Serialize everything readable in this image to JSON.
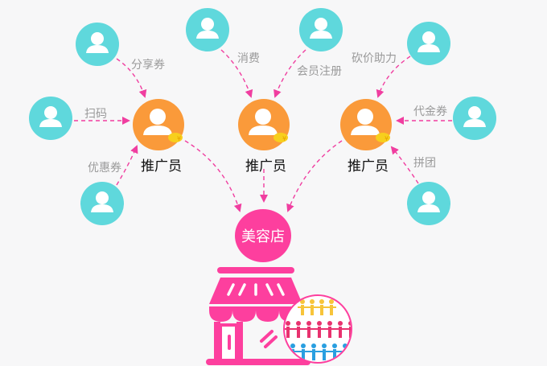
{
  "diagram": {
    "colors": {
      "user_node": "#5fd8dc",
      "promoter_node": "#fa9a3a",
      "arrow": "#f03ea0",
      "store": "#fd3f9e",
      "coin": "#f7cf1d",
      "people_yellow": "#f7c43a",
      "people_pink": "#e8326f",
      "people_blue": "#2a9fe0"
    },
    "promoters": [
      {
        "label": "推广员"
      },
      {
        "label": "推广员"
      },
      {
        "label": "推广员"
      }
    ],
    "edges": [
      {
        "label": "分享券"
      },
      {
        "label": "扫码"
      },
      {
        "label": "优惠券"
      },
      {
        "label": "消费"
      },
      {
        "label": "会员注册"
      },
      {
        "label": "砍价助力"
      },
      {
        "label": "代金券"
      },
      {
        "label": "拼团"
      }
    ],
    "store": {
      "label": "美容店"
    }
  }
}
